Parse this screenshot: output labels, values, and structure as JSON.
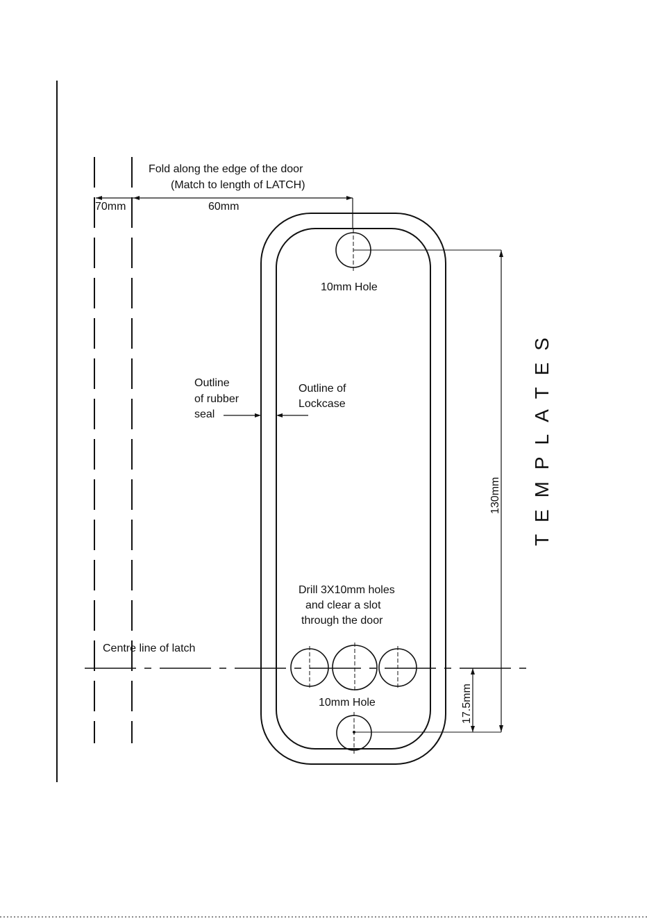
{
  "labels": {
    "fold_line1": "Fold along the edge of the door",
    "fold_line2": "(Match to length of LATCH)",
    "dim_70": "70mm",
    "dim_60": "60mm",
    "top_hole": "10mm Hole",
    "rubber_seal_1": "Outline",
    "rubber_seal_2": "of rubber",
    "rubber_seal_3": "seal",
    "lockcase_1": "Outline of",
    "lockcase_2": "Lockcase",
    "drill_1": "Drill 3X10mm holes",
    "drill_2": "and clear a slot",
    "drill_3": "through the door",
    "centre_line": "Centre line of latch",
    "bottom_hole": "10mm Hole",
    "dim_130": "130mm",
    "dim_17_5": "17.5mm",
    "side_title": "TEMPLATES"
  },
  "colors": {
    "line": "#111111",
    "background": "#ffffff"
  }
}
